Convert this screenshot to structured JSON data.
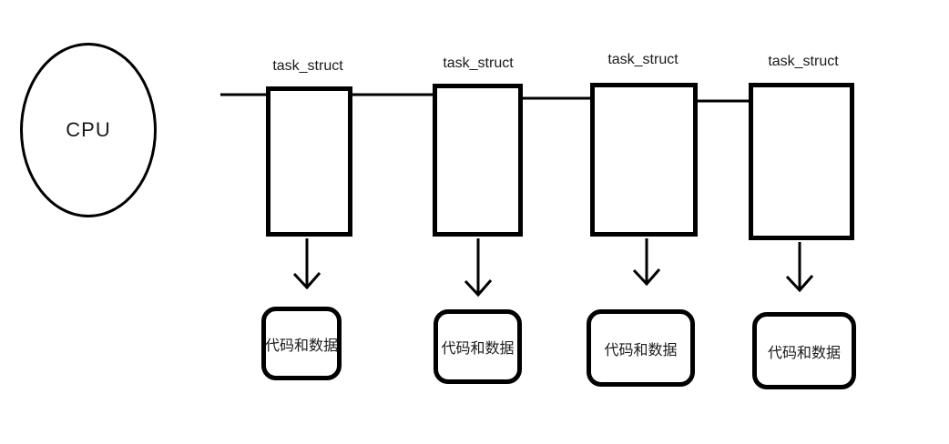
{
  "diagram": {
    "cpu": {
      "label": "CPU"
    },
    "nodes": [
      {
        "label": "task_struct",
        "target_label": "代码和数据"
      },
      {
        "label": "task_struct",
        "target_label": "代码和数据"
      },
      {
        "label": "task_struct",
        "target_label": "代码和数据"
      },
      {
        "label": "task_struct",
        "target_label": "代码和数据"
      }
    ],
    "colors": {
      "stroke": "#000000",
      "background": "#ffffff",
      "text": "#1a1a1a"
    }
  }
}
